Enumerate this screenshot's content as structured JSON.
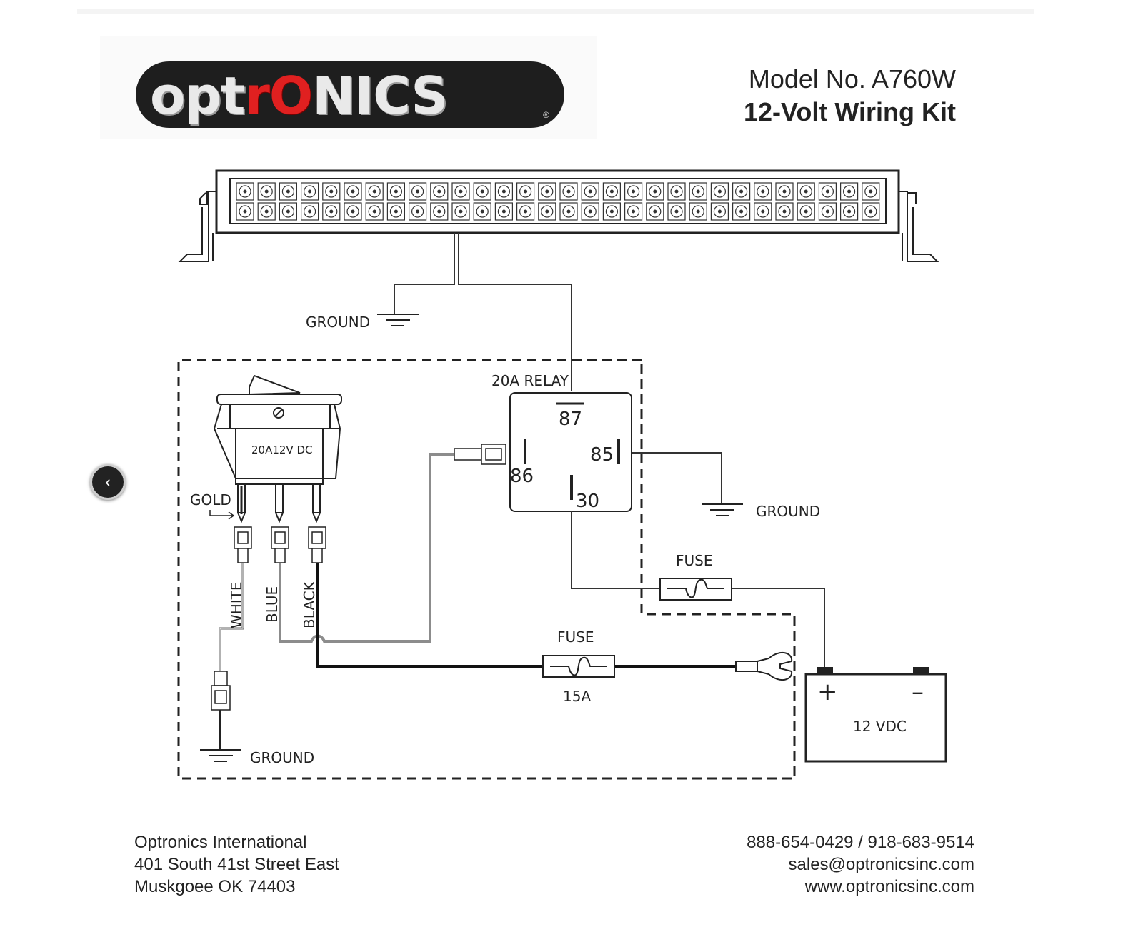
{
  "logo": {
    "brand_pre": "opt",
    "brand_mid": "rO",
    "brand_post": "NICS",
    "registered": "®"
  },
  "header": {
    "model_no": "Model No. A760W",
    "kit_title": "12-Volt Wiring Kit"
  },
  "diagram": {
    "ground_top": "GROUND",
    "relay_title": "20A RELAY",
    "relay_pins": {
      "p87": "87",
      "p85": "85",
      "p86": "86",
      "p30": "30"
    },
    "ground_right": "GROUND",
    "fuse_upper": "FUSE",
    "switch_rating": "20A12V DC",
    "gold": "GOLD",
    "wires": {
      "white": "WHITE",
      "blue": "BLUE",
      "black": "BLACK"
    },
    "fuse_lower": "FUSE",
    "fuse_lower_rating": "15A",
    "battery_plus": "+",
    "battery_minus": "–",
    "battery_voltage": "12 VDC",
    "ground_bottom": "GROUND"
  },
  "nav": {
    "prev_label": "‹"
  },
  "footer": {
    "company": "Optronics International",
    "street": "401 South 41st Street East",
    "city": "Muskgoee  OK  74403",
    "phone": "888-654-0429 / 918-683-9514",
    "email": "sales@optronicsinc.com",
    "web": "www.optronicsinc.com"
  }
}
